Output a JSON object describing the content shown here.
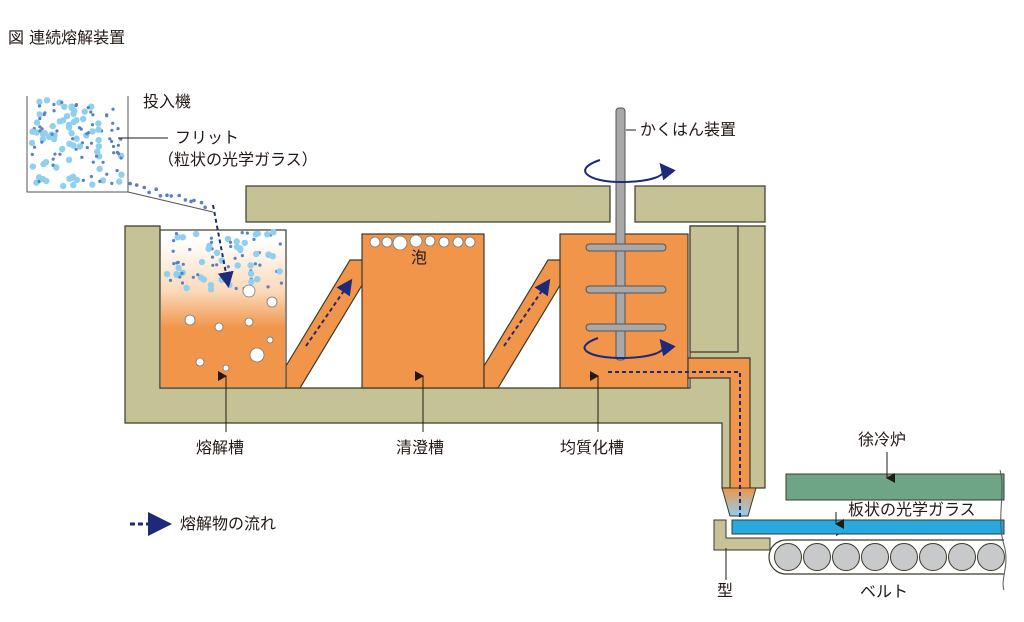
{
  "figure": {
    "title": "図 連続熔解装置"
  },
  "labels": {
    "feeder": "投入機",
    "frit": "フリット",
    "frit_note": "（粒状の光学ガラス）",
    "stirrer": "かくはん装置",
    "bubble": "泡",
    "melting_tank": "熔解槽",
    "refining_tank": "清澄槽",
    "homogenizing_tank": "均質化槽",
    "annealing_furnace": "徐冷炉",
    "glass_sheet": "板状の光学ガラス",
    "mold": "型",
    "belt": "ベルト"
  },
  "legend": {
    "flow": "熔解物の流れ"
  },
  "colors": {
    "furnace_wall": "#c5c395",
    "wall_stroke": "#3a3a2a",
    "molten_glass": "#f0954a",
    "frit": "#8fd0ef",
    "flow_arrow": "#1d2a7a",
    "annealing_furnace": "#6ea586",
    "glass_sheet": "#27a9df",
    "roller": "#c8c9ca",
    "stirrer": "#a8a8a8"
  }
}
